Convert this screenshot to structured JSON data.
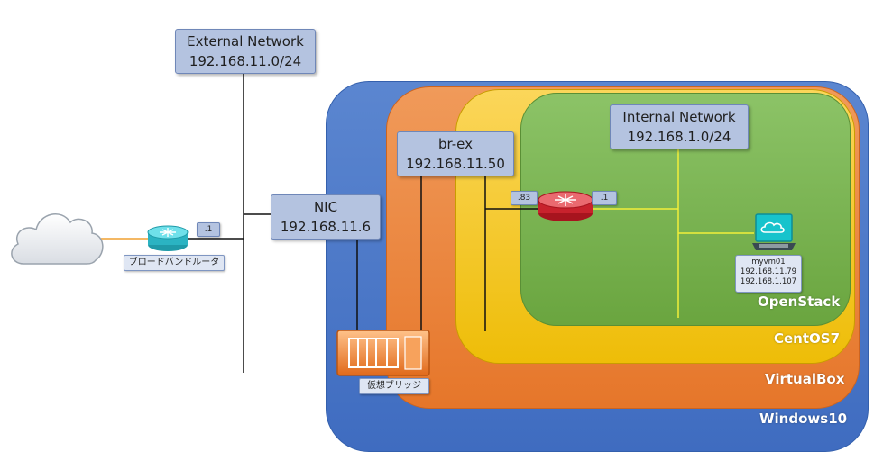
{
  "external_network": {
    "name": "External Network",
    "subnet": "192.168.11.0/24"
  },
  "nic": {
    "name": "NIC",
    "ip": "192.168.11.6"
  },
  "br_ex": {
    "name": "br-ex",
    "ip": "192.168.11.50"
  },
  "internal_network": {
    "name": "Internal Network",
    "subnet": "192.168.1.0/24"
  },
  "broadband_router": {
    "label": "ブロードバンドルータ",
    "port": ".1"
  },
  "os_router": {
    "external_port": ".83",
    "internal_port": ".1"
  },
  "vm": {
    "name": "myvm01",
    "ip_external": "192.168.11.79",
    "ip_internal": "192.168.1.107"
  },
  "virtual_bridge": {
    "label": "仮想ブリッジ"
  },
  "layers": {
    "windows": "Windows10",
    "virtualbox": "VirtualBox",
    "centos": "CentOS7",
    "openstack": "OpenStack"
  },
  "colors": {
    "windows": "#4472c4",
    "virtualbox": "#ed7d31",
    "centos": "#f5c000",
    "openstack": "#70ad47",
    "box_fill": "#b4c3e0",
    "line_dark": "#111111",
    "line_yellow": "#f2ef3a"
  }
}
